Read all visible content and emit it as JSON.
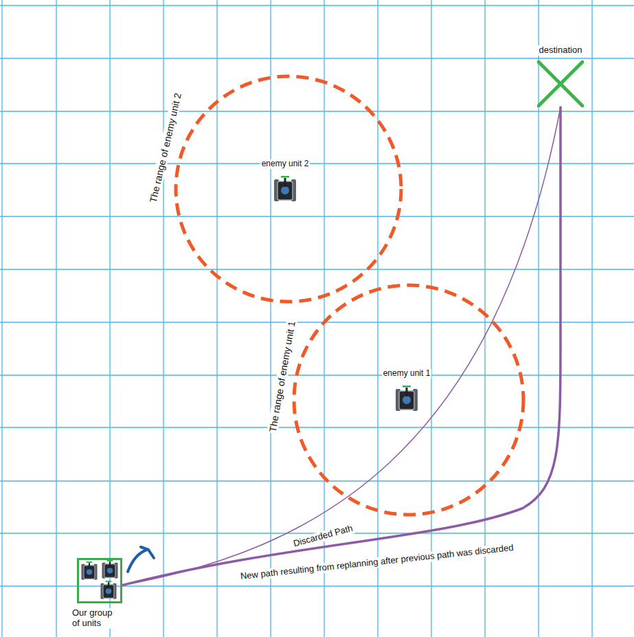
{
  "diagram": {
    "nodes": [
      {
        "text": [
          "destination"
        ]
      },
      {
        "text": [
          "The range of enemy unit 2"
        ]
      },
      {
        "text": [
          "enemy unit 2"
        ],
        "in": 1
      },
      {
        "text": [
          "The range of enemy unit 1"
        ]
      },
      {
        "text": [
          "enemy unit 1"
        ],
        "in": 3
      },
      {
        "text": [
          "Our group of units"
        ]
      }
    ],
    "edges": [
      {
        "from": 5,
        "to": 0,
        "arrow": "none",
        "label": "Discarded Path"
      },
      {
        "from": 5,
        "to": 0,
        "arrow": "none",
        "label": "New path resulting from replanning after previous path was discarded"
      }
    ]
  }
}
